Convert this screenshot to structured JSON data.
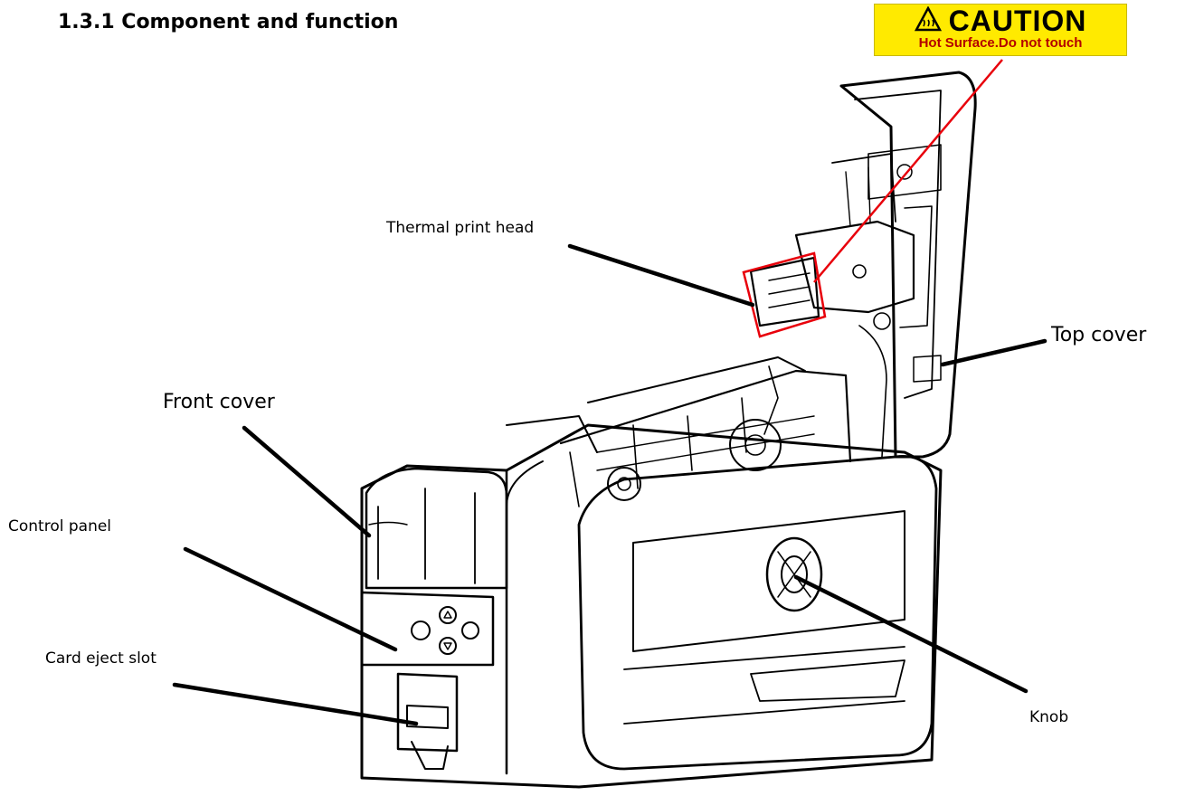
{
  "heading": "1.3.1 Component and function",
  "caution": {
    "title": "CAUTION",
    "subtitle": "Hot Surface.Do not touch",
    "icon": "hot-surface-warning-icon",
    "background_color": "#ffea00",
    "highlight_color": "#e8000b"
  },
  "callouts": {
    "thermal_print_head": "Thermal print head",
    "top_cover": "Top cover",
    "front_cover": "Front cover",
    "control_panel": "Control panel",
    "card_eject_slot": "Card eject slot",
    "knob": "Knob"
  }
}
